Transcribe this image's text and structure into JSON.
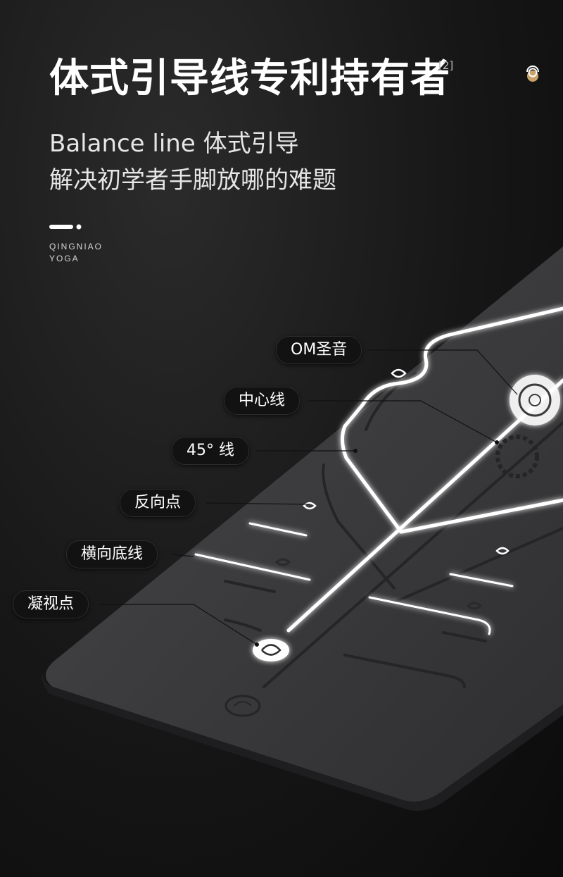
{
  "header": {
    "title": "体式引导线专利持有者",
    "footnote": "[2]"
  },
  "subtitle": {
    "line1": "Balance line 体式引导",
    "line2": "解决初学者手脚放哪的难题"
  },
  "brand": {
    "line1": "QINGNIAO",
    "line2": "YOGA"
  },
  "callouts": {
    "om": "OM圣音",
    "center": "中心线",
    "deg45": "45°  线",
    "reverse": "反向点",
    "base": "横向底线",
    "gaze": "凝视点"
  },
  "colors": {
    "accent": "#c9a36a",
    "glow": "#ffffff",
    "mat": "#3b3b3d"
  },
  "icons": [
    "brand-logo-icon",
    "om-symbol-icon",
    "gaze-point-icon",
    "reverse-point-icon"
  ]
}
